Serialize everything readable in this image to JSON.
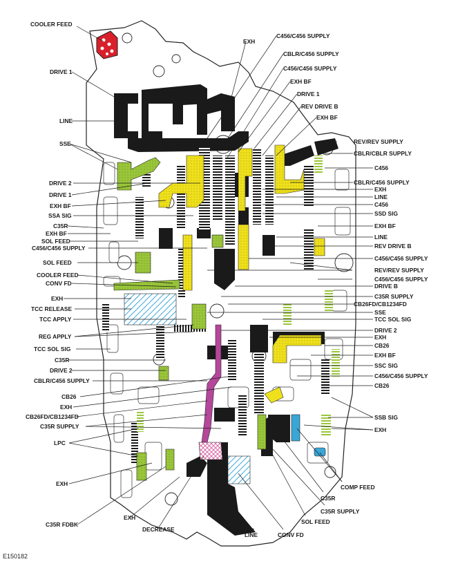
{
  "figure_id": "E150182",
  "colors": {
    "black_fluid": "#1a1a1a",
    "green_fluid": "#9ac63a",
    "yellow_fluid": "#efe01c",
    "magenta_fluid": "#b5479b",
    "cyan_fluid": "#3aa6d8",
    "red_fluid": "#d9212b",
    "pink_hatch": "#e79ac4"
  },
  "labels": {
    "cooler_feed_top": "COOLER FEED",
    "drive_1_left": "DRIVE 1",
    "line_left": "LINE",
    "sse_left": "SSE",
    "drive_2_left": "DRIVE 2",
    "drive_1_left_b": "DRIVE 1",
    "exh_bf_left": "EXH BF",
    "ssa_sig": "SSA SIG",
    "c35r_left": "C35R",
    "exh_bf_left_b": "EXH BF",
    "sol_feed_left": "SOL FEED",
    "c456_supply_left": "C456/C456 SUPPLY",
    "sol_feed_left_b": "SOL FEED",
    "cooler_feed_left": "COOLER FEED",
    "conv_fd_left": "CONV FD",
    "exh_left": "EXH",
    "tcc_release": "TCC RELEASE",
    "tcc_apply": "TCC APPLY",
    "reg_apply": "REG APPLY",
    "tcc_sol_sig_left": "TCC SOL SIG",
    "c35r_left_b": "C35R",
    "drive_2_left_b": "DRIVE 2",
    "cblr_c456_supply_left": "CBLR/C456 SUPPLY",
    "cb26_left": "CB26",
    "exh_left_b": "EXH",
    "cb26fd_left": "CB26FD/CB1234FD",
    "c35r_supply_left": "C35R SUPPLY",
    "lpc": "LPC",
    "exh_left_c": "EXH",
    "c35r_fdbk": "C35R FDBK",
    "exh_bottom": "EXH",
    "decrease": "DECREASE",
    "line_bottom": "LINE",
    "conv_fd_bottom": "CONV FD",
    "sol_feed_bottom": "SOL FEED",
    "c35r_supply_bottom": "C35R SUPPLY",
    "c35r_bottom": "C35R",
    "comp_feed": "COMP FEED",
    "exh_top": "EXH",
    "c456_supply_top": "C456/C456 SUPPLY",
    "cblr_c456_supply_top": "CBLR/C456 SUPPLY",
    "c456_supply_top_b": "C456/C456 SUPPLY",
    "exh_bf_top": "EXH BF",
    "drive_1_top": "DRIVE 1",
    "rev_drive_b_top": "REV DRIVE B",
    "exh_bf_top_b": "EXH BF",
    "rev_rev_supply_r": "REV/REV SUPPLY",
    "cblr_cblr_supply": "CBLR/CBLR SUPPLY",
    "c456_r": "C456",
    "cblr_c456_supply_r": "CBLR/C456 SUPPLY",
    "exh_r": "EXH",
    "line_r": "LINE",
    "c456_r_b": "C456",
    "ssd_sig": "SSD SIG",
    "exh_bf_r": "EXH BF",
    "line_r_b": "LINE",
    "rev_drive_b_r": "REV DRIVE B",
    "c456_supply_r": "C456/C456 SUPPLY",
    "rev_rev_supply_r_b": "REV/REV SUPPLY",
    "c456_supply_r_b": "C456/C456 SUPPLY",
    "drive_b_r": "DRIVE B",
    "c35r_supply_r": "C35R SUPPLY",
    "cb26fd_r": "CB26FD/CB1234FD",
    "sse_r": "SSE",
    "tcc_sol_sig_r": "TCC SOL SIG",
    "drive_2_r": "DRIVE 2",
    "exh_r_b": "EXH",
    "cb26_r": "CB26",
    "exh_bf_r_b": "EXH BF",
    "ssc_sig": "SSC SIG",
    "c456_supply_r_c": "C456/C456 SUPPLY",
    "cb26_r_b": "CB26",
    "ssb_sig": "SSB SIG",
    "exh_r_c": "EXH"
  }
}
